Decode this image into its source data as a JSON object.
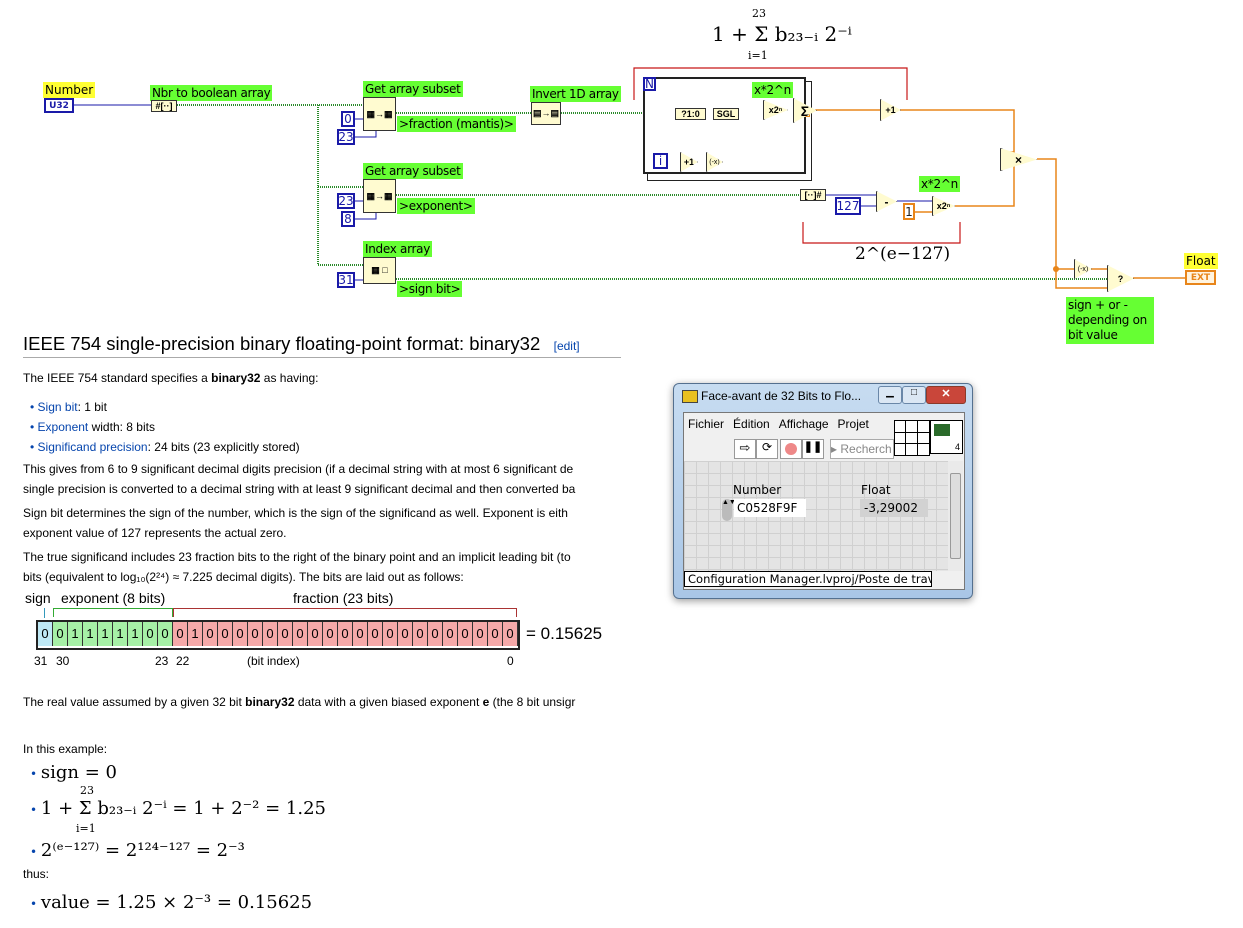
{
  "diagram": {
    "top_formula": "1 + Σ b₂₃₋ᵢ 2⁻ⁱ",
    "top_formula_upper": "23",
    "top_formula_lower": "i=1",
    "number_label": "Number",
    "number_type": "U32",
    "nbr_to_bool_label": "Nbr to boolean array",
    "subset1_label": "Get array subset",
    "subset1_const_index": "0",
    "subset1_const_len": "23",
    "fraction_label": ">fraction (mantis)>",
    "invert_label": "Invert 1D array",
    "subset2_label": "Get array subset",
    "subset2_const_index": "23",
    "subset2_const_len": "8",
    "exponent_label": ">exponent>",
    "index_label": "Index array",
    "index_const": "31",
    "signbit_label": ">sign bit>",
    "loop_count": "N",
    "loop_index": "i",
    "bool_to_num": "?1:0",
    "sgl": "SGL",
    "scale_label1": "x*2^n",
    "scale_label2": "x*2^n",
    "plus_one": "+1",
    "negate": "(-x)",
    "sum": "Σ",
    "multiply": "×",
    "const_127": "127",
    "const_1": "1",
    "minus": "-",
    "x2n": "x2ⁿ",
    "exp_formula": "2^(e−127)",
    "sign_note": "sign + or - depending on bit value",
    "float_label": "Float",
    "float_type": "EXT"
  },
  "wiki": {
    "title": "IEEE 754 single-precision binary floating-point format: binary32",
    "edit": "[edit]",
    "intro_pre": "The IEEE 754 standard specifies a ",
    "intro_bold": "binary32",
    "intro_post": " as having:",
    "bullets": [
      {
        "link": "Sign bit",
        "text": ": 1 bit"
      },
      {
        "link": "Exponent",
        "text": " width: 8 bits"
      },
      {
        "link": "Significand precision",
        "text": ": 24 bits (23 explicitly stored)"
      }
    ],
    "p1a": "This gives from 6 to 9 significant decimal digits precision (if a decimal string with at most 6 significant de",
    "p1b": "single precision is converted to a decimal string with at least 9 significant decimal and then converted ba",
    "p2a": "Sign bit determines the sign of the number, which is the sign of the significand as well. Exponent is eith",
    "p2b": "exponent value of 127 represents the actual zero.",
    "p3a": "The true significand includes 23 fraction bits to the right of the binary point and an implicit leading bit (to",
    "p3b": "bits (equivalent to log₁₀(2²⁴) ≈ 7.225 decimal digits). The bits are laid out as follows:",
    "bits_sign_label": "sign",
    "bits_exp_label": "exponent (8 bits)",
    "bits_frac_label": "fraction (23 bits)",
    "bits": "00111110001000000000000000000000",
    "bits_value": "= 0.15625",
    "idx31": "31",
    "idx30": "30",
    "idx23": "23",
    "idx22": "22",
    "idx_label": "(bit index)",
    "idx0": "0",
    "p4_pre": "The real value assumed by a given 32 bit ",
    "p4_bold": "binary32",
    "p4_mid": " data with a given biased exponent ",
    "p4_e": "e",
    "p4_post": " (the 8 bit unsigr",
    "example": "In this example:",
    "eq1": "sign = 0",
    "eq2": "1 + Σ b₂₃₋ᵢ 2⁻ⁱ = 1 + 2⁻² = 1.25",
    "eq2_upper": "23",
    "eq2_lower": "i=1",
    "eq3": "2⁽ᵉ⁻¹²⁷⁾ = 2¹²⁴⁻¹²⁷ = 2⁻³",
    "thus": "thus:",
    "eq4": "value = 1.25 × 2⁻³ = 0.15625"
  },
  "window": {
    "title": "Face-avant de 32 Bits to Flo...",
    "menu": [
      "Fichier",
      "Édition",
      "Affichage",
      "Projet"
    ],
    "search_placeholder": "Recherch",
    "icon_num": "4",
    "number_label": "Number",
    "number_value": "C0528F9F",
    "float_label": "Float",
    "float_value": "-3,29002",
    "status": "Configuration Manager.lvproj/Poste de travail"
  }
}
